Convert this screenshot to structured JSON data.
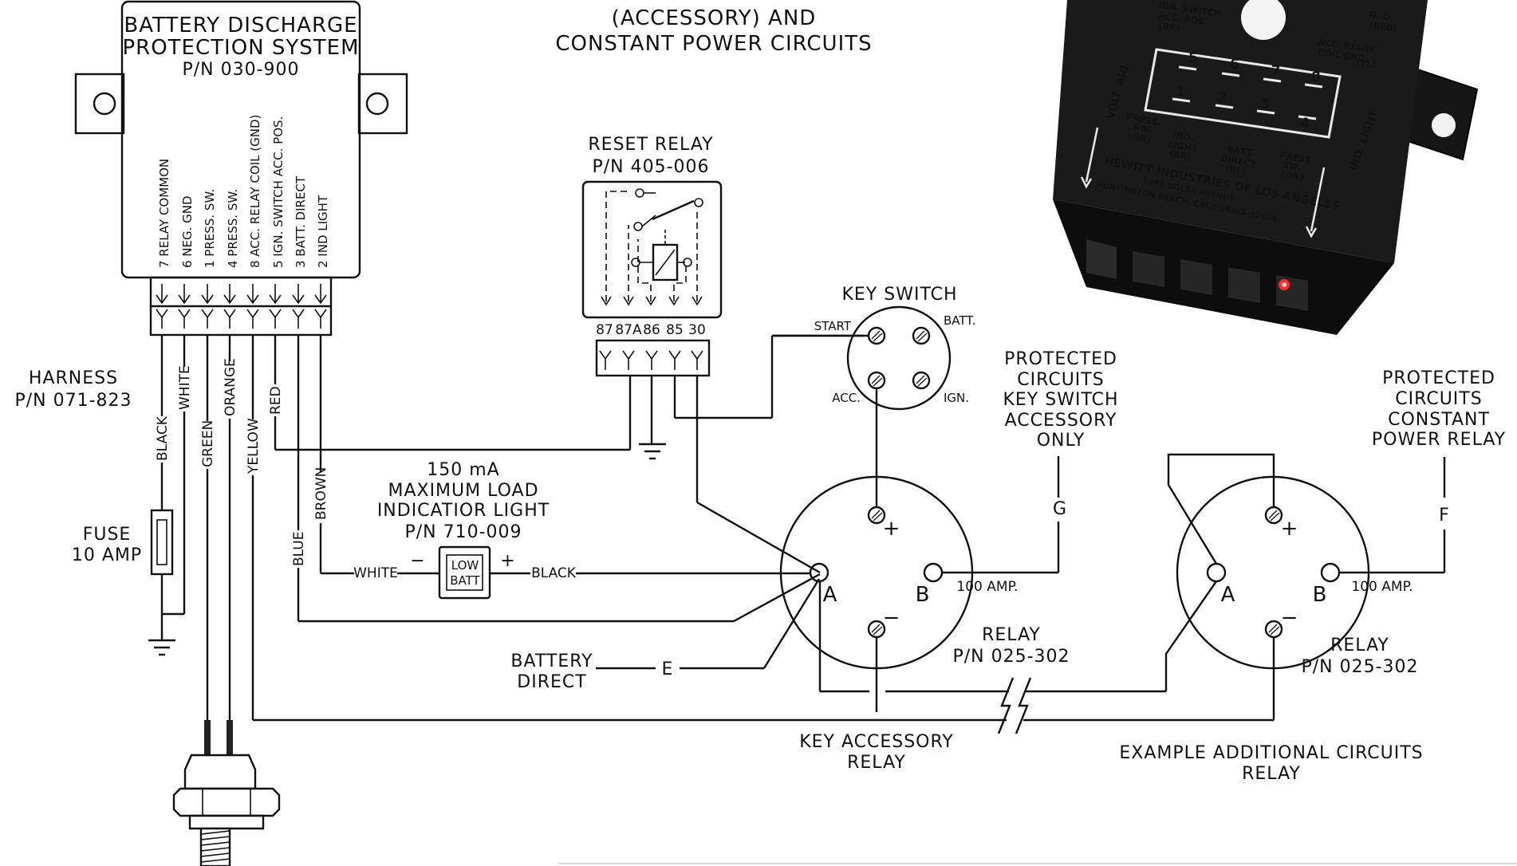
{
  "header": {
    "line1": "(ACCESSORY) AND",
    "line2": "CONSTANT POWER CIRCUITS"
  },
  "module": {
    "title1": "BATTERY DISCHARGE",
    "title2": "PROTECTION SYSTEM",
    "pn": "P/N 030-900",
    "pins": [
      "7 RELAY COMMON",
      "6 NEG. GND",
      "1 PRESS. SW.",
      "4 PRESS. SW.",
      "8 ACC. RELAY COIL (GND)",
      "5 IGN. SWITCH ACC. POS.",
      "3 BATT. DIRECT",
      "2 IND LIGHT"
    ]
  },
  "harness": {
    "line1": "HARNESS",
    "line2": "P/N 071-823"
  },
  "wires": {
    "black": "BLACK",
    "white": "WHITE",
    "green": "GREEN",
    "orange": "ORANGE",
    "yellow": "YELLOW",
    "red": "RED",
    "blue": "BLUE",
    "brown": "BROWN"
  },
  "fuse": {
    "line1": "FUSE",
    "line2": "10 AMP"
  },
  "reset_relay": {
    "line1": "RESET RELAY",
    "line2": "P/N 405-006",
    "pins": [
      "87",
      "87A",
      "86",
      "85",
      "30"
    ]
  },
  "key_switch": {
    "title": "KEY SWITCH",
    "start": "START",
    "batt": "BATT.",
    "acc": "ACC.",
    "ign": "IGN."
  },
  "indicator": {
    "line1": "150 mA",
    "line2": "MAXIMUM LOAD",
    "line3": "INDICATIOR LIGHT",
    "line4": "P/N 710-009",
    "lamp1": "LOW",
    "lamp2": "BATT",
    "left_wire": "WHITE",
    "right_wire": "BLACK",
    "minus": "−",
    "plus": "+"
  },
  "battery_direct": {
    "line1": "BATTERY",
    "line2": "DIRECT",
    "tag": "E"
  },
  "relay_main": {
    "a": "A",
    "b": "B",
    "plus": "+",
    "minus": "−",
    "amp": "100 AMP.",
    "line1": "RELAY",
    "line2": "P/N 025-302",
    "caption1": "KEY ACCESSORY",
    "caption2": "RELAY"
  },
  "relay_extra": {
    "a": "A",
    "b": "B",
    "plus": "+",
    "minus": "−",
    "amp": "100 AMP.",
    "line1": "RELAY",
    "line2": "P/N 025-302",
    "caption1": "EXAMPLE ADDITIONAL CIRCUITS",
    "caption2": "RELAY"
  },
  "protected_g": {
    "lines": [
      "PROTECTED",
      "CIRCUITS",
      "KEY SWITCH",
      "ACCESSORY",
      "ONLY"
    ],
    "tag": "G"
  },
  "protected_f": {
    "lines": [
      "PROTECTED",
      "CIRCUITS",
      "CONSTANT",
      "POWER RELAY"
    ],
    "tag": "F"
  },
  "photo": {
    "top_labels": [
      "IGN. SWITCH",
      "ACC. POS.",
      "(BK)",
      "N. O.",
      "(RED)",
      "ACC. RELAY",
      "COIL GND.",
      "(YL)"
    ],
    "pin_numbers": [
      "5",
      "6",
      "7",
      "8",
      "1",
      "2",
      "3",
      "4"
    ],
    "side_left": "VOLT. ADJ.",
    "side_right": "IND. LIGHT",
    "bottom_labels": [
      "PRESS.",
      "SW.",
      "(GN)",
      "IND.",
      "LIGHT",
      "(BR)",
      "BATT.",
      "DIRECT",
      "(BL)",
      "PRESS.",
      "SW.",
      "(OR)"
    ],
    "maker": "HEWITT INDUSTRIES OF LOS ANGELES",
    "address1": "5492 BOLSA AVENUE",
    "address2": "HUNTINGTON BEACH, CALIFORNIA 92649"
  }
}
